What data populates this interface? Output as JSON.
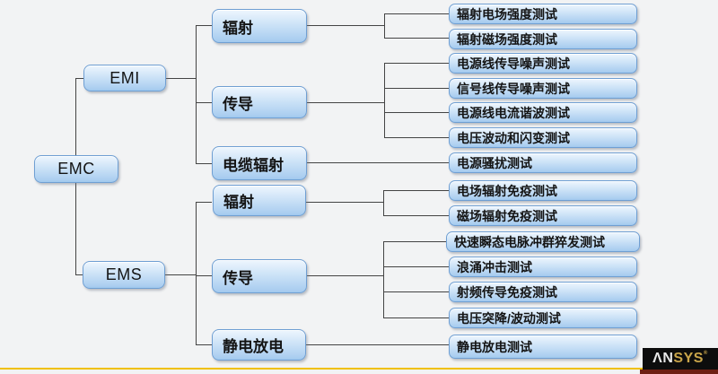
{
  "diagram": {
    "tree": {
      "root": {
        "label": "EMC"
      },
      "emi": {
        "label": "EMI",
        "children": [
          {
            "label": "辐射",
            "tests": [
              "辐射电场强度测试",
              "辐射磁场强度测试"
            ]
          },
          {
            "label": "传导",
            "tests": [
              "电源线传导噪声测试",
              "信号线传导噪声测试",
              "电源线电流谐波测试",
              "电压波动和闪变测试"
            ]
          },
          {
            "label": "电缆辐射",
            "tests": [
              "电源骚扰测试"
            ]
          }
        ]
      },
      "ems": {
        "label": "EMS",
        "children": [
          {
            "label": "辐射",
            "tests": [
              "电场辐射免疫测试",
              "磁场辐射免疫测试"
            ]
          },
          {
            "label": "传导",
            "tests": [
              "快速瞬态电脉冲群猝发测试",
              "浪涌冲击测试",
              "射频传导免疫测试",
              "电压突降/波动测试"
            ]
          },
          {
            "label": "静电放电",
            "tests": [
              "静电放电测试"
            ]
          }
        ]
      }
    }
  },
  "logo": {
    "name": "ANSYS",
    "primary": "ΛN",
    "secondary": "SYS",
    "mark": "®"
  },
  "colors": {
    "node_border": "#6f9fd3",
    "node_fill_top": "#eef6fe",
    "node_fill_bottom": "#a0c8ee",
    "connector": "#444444",
    "background": "#f2f3f4",
    "footer_line": "#f0c000",
    "logo_background": "#0d0d0d",
    "logo_primary_color": "#e9e9e9",
    "logo_secondary_color": "#c9a54a",
    "logo_strip": "#6e2014"
  }
}
